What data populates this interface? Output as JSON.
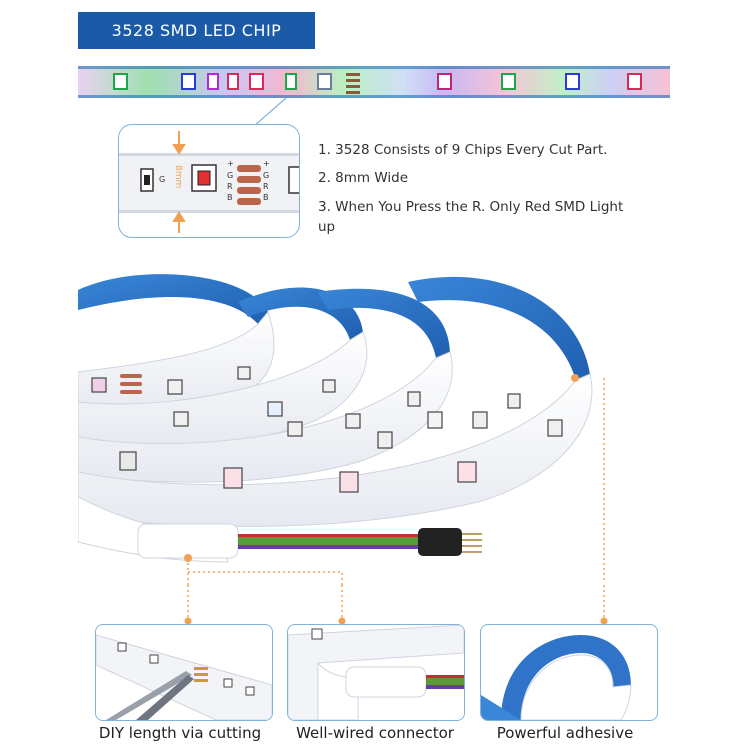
{
  "title": "3528 SMD LED CHIP",
  "specs": [
    "1. 3528 Consists of 9 Chips Every Cut Part.",
    "2. 8mm Wide",
    "3. When You Press the R. Only Red SMD Light",
    "up"
  ],
  "chip_labels": {
    "g": "G",
    "plus": "+",
    "g2": "G",
    "r": "R",
    "b": "B",
    "width": "8mm"
  },
  "features": [
    {
      "caption": "DIY length via cutting"
    },
    {
      "caption": "Well-wired connector"
    },
    {
      "caption": "Powerful adhesive"
    }
  ],
  "colors": {
    "badge": "#1a5aa6",
    "adhesive_blue": "#2f74c9",
    "callout_orange": "#f0a050",
    "border_blue": "#7fb4d8"
  }
}
